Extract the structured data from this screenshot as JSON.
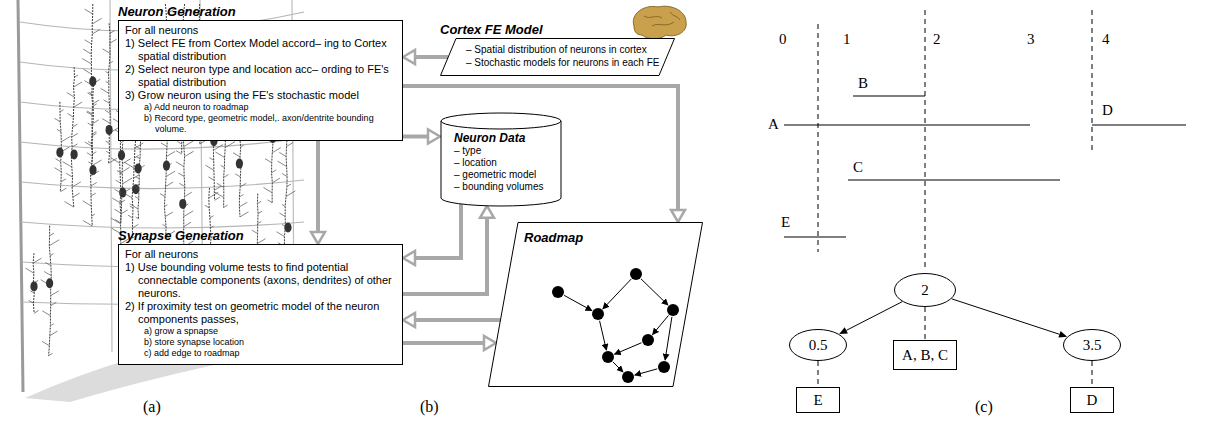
{
  "diagram": {
    "nodes": [
      {
        "text": [
          "Neuron Generation",
          "For all neurons",
          "1) Select FE from Cortex Model accord– ing to Cortex spatial distribution",
          "2) Select neuron type and location acc– ording to FE's spatial distribution",
          "3) Grow neuron using the FE's stochastic model",
          "a) Add neuron to roadmap",
          "b) Record type, geometric model,. axon/dentrite bounding volume."
        ]
      },
      {
        "text": [
          "Cortex FE Model",
          "– Spatial distribution of neurons in cortex",
          "– Stochastic models for neurons in each FE"
        ]
      },
      {
        "text": [
          "Neuron Data",
          "– type",
          "– location",
          "– geometric model",
          "– bounding volumes"
        ]
      },
      {
        "text": [
          "Synapse Generation",
          "For all neurons",
          "1) Use bounding volume tests to find potential connectable components (axons, dendrites) of other neurons.",
          "2) If proximity test on geometric model of the neuron components passes,",
          "a) grow a spnapse",
          "b) store synapse location",
          "c) add edge to roadmap"
        ]
      },
      {
        "text": [
          "Roadmap"
        ]
      },
      {
        "text": [
          "2"
        ]
      },
      {
        "text": [
          "0.5"
        ]
      },
      {
        "text": [
          "A, B, C"
        ]
      },
      {
        "text": [
          "3.5"
        ]
      },
      {
        "text": [
          "E"
        ]
      },
      {
        "text": [
          "D"
        ]
      }
    ],
    "edges": [
      {
        "from": 1,
        "to": 0,
        "arrow": "to"
      },
      {
        "from": 0,
        "to": 2,
        "arrow": "to"
      },
      {
        "from": 0,
        "to": 3,
        "arrow": "to"
      },
      {
        "from": 0,
        "to": 4,
        "arrow": "to"
      },
      {
        "from": 2,
        "to": 3,
        "arrow": "to"
      },
      {
        "from": 3,
        "to": 2,
        "arrow": "to"
      },
      {
        "from": 4,
        "to": 3,
        "arrow": "to"
      },
      {
        "from": 3,
        "to": 4,
        "arrow": "to"
      },
      {
        "from": 5,
        "to": 6,
        "arrow": "to"
      },
      {
        "from": 5,
        "to": 7,
        "arrow": "none"
      },
      {
        "from": 5,
        "to": 8,
        "arrow": "to"
      },
      {
        "from": 6,
        "to": 9,
        "arrow": "none"
      },
      {
        "from": 8,
        "to": 10,
        "arrow": "none"
      }
    ],
    "labels": [
      "(a)",
      "(b)",
      "(c)",
      "0",
      "1",
      "2",
      "3",
      "4",
      "B",
      "A",
      "D",
      "C",
      "E"
    ]
  }
}
